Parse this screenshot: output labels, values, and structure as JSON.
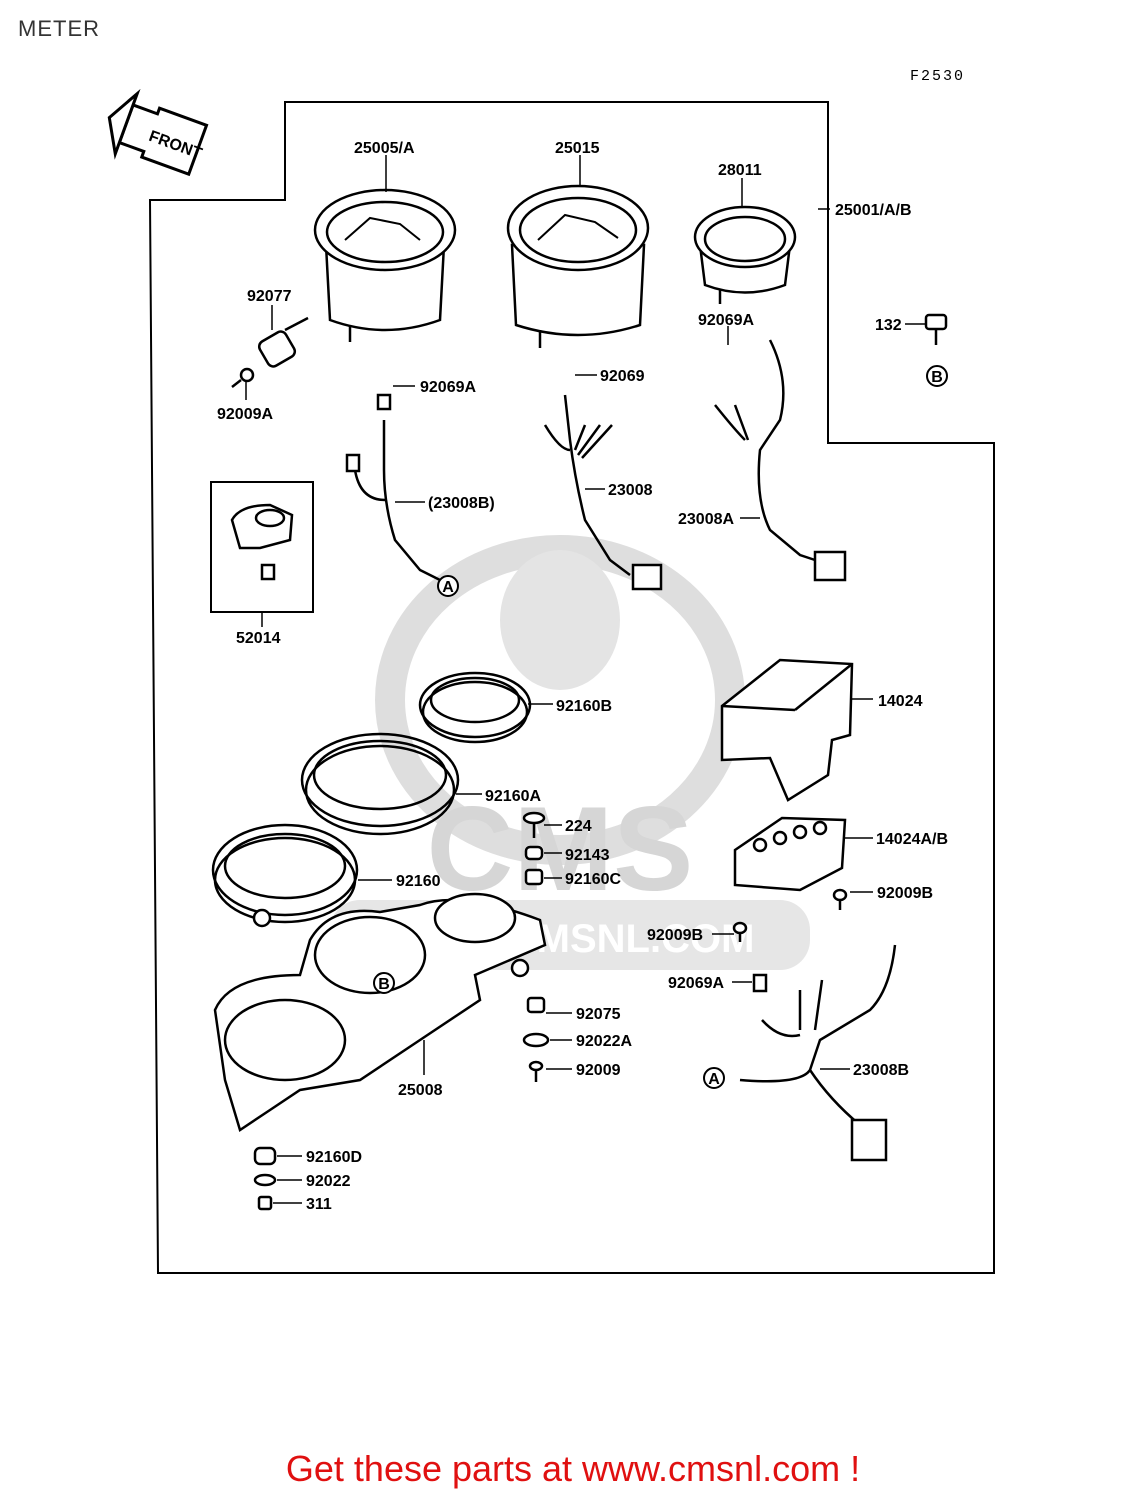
{
  "page": {
    "title": "METER",
    "diagram_code": "F2530",
    "front_label": "FRONT",
    "promo": "Get these parts at www.cmsnl.com !",
    "watermark_brand": "CMS",
    "watermark_url": "WWW.CMSNL.COM"
  },
  "callouts": {
    "c25005": "25005/A",
    "c25015": "25015",
    "c28011": "28011",
    "c25001": "25001/A/B",
    "c92077": "92077",
    "c92009A": "92009A",
    "c92069A_1": "92069A",
    "c92069": "92069",
    "c92069A_2": "92069A",
    "c132": "132",
    "c23008B_p": "(23008B)",
    "c23008": "23008",
    "c23008A": "23008A",
    "c52014": "52014",
    "c92160B": "92160B",
    "c14024": "14024",
    "c92160A": "92160A",
    "c224": "224",
    "c14024AB": "14024A/B",
    "c92143": "92143",
    "c92160C": "92160C",
    "c92160": "92160",
    "c92009B_1": "92009B",
    "c92009B_2": "92009B",
    "c92069A_3": "92069A",
    "c92075": "92075",
    "c92022A": "92022A",
    "c23008B": "23008B",
    "c92009": "92009",
    "c25008": "25008",
    "c92160D": "92160D",
    "c92022": "92022",
    "c311": "311"
  },
  "markers": {
    "a": "A",
    "b": "B"
  },
  "colors": {
    "line": "#000000",
    "promo": "#e01010",
    "watermark": "#d8d8d8"
  }
}
